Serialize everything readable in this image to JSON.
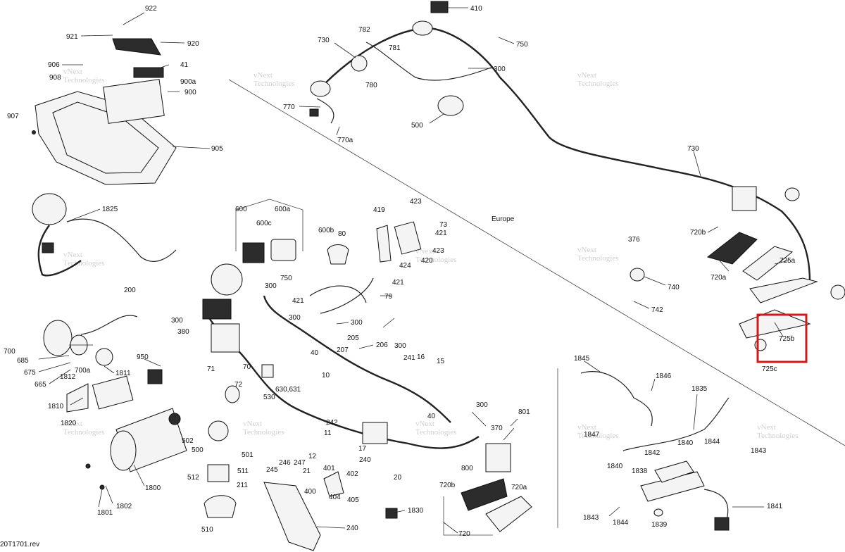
{
  "diagram": {
    "region_label": "Europe",
    "reference_code": "20T1701.rev",
    "watermark_lines": [
      "vNext",
      "Technologies"
    ],
    "highlight_color": "#d01919",
    "highlighted_callout": "725b"
  },
  "callouts": [
    {
      "id": "c922",
      "text": "922"
    },
    {
      "id": "c921",
      "text": "921"
    },
    {
      "id": "c920",
      "text": "920"
    },
    {
      "id": "c906",
      "text": "906"
    },
    {
      "id": "c908",
      "text": "908"
    },
    {
      "id": "c41",
      "text": "41"
    },
    {
      "id": "c900a",
      "text": "900a"
    },
    {
      "id": "c900",
      "text": "900"
    },
    {
      "id": "c907",
      "text": "907"
    },
    {
      "id": "c905",
      "text": "905"
    },
    {
      "id": "c1825",
      "text": "1825"
    },
    {
      "id": "c410",
      "text": "410"
    },
    {
      "id": "c782",
      "text": "782"
    },
    {
      "id": "c730t",
      "text": "730"
    },
    {
      "id": "c781",
      "text": "781"
    },
    {
      "id": "c750t",
      "text": "750"
    },
    {
      "id": "c300t",
      "text": "300"
    },
    {
      "id": "c780",
      "text": "780"
    },
    {
      "id": "c770",
      "text": "770"
    },
    {
      "id": "c770a",
      "text": "770a"
    },
    {
      "id": "c500t",
      "text": "500"
    },
    {
      "id": "c730r",
      "text": "730"
    },
    {
      "id": "c720b",
      "text": "720b"
    },
    {
      "id": "c376",
      "text": "376"
    },
    {
      "id": "c720a",
      "text": "720a"
    },
    {
      "id": "c725a",
      "text": "725a"
    },
    {
      "id": "c740",
      "text": "740"
    },
    {
      "id": "c742",
      "text": "742"
    },
    {
      "id": "c725b",
      "text": "725b"
    },
    {
      "id": "c725c",
      "text": "725c"
    },
    {
      "id": "c600",
      "text": "600"
    },
    {
      "id": "c600a",
      "text": "600a"
    },
    {
      "id": "c600c",
      "text": "600c"
    },
    {
      "id": "c600b",
      "text": "600b"
    },
    {
      "id": "c419",
      "text": "419"
    },
    {
      "id": "c423a",
      "text": "423"
    },
    {
      "id": "c73",
      "text": "73"
    },
    {
      "id": "c421a",
      "text": "421"
    },
    {
      "id": "c80",
      "text": "80"
    },
    {
      "id": "c423b",
      "text": "423"
    },
    {
      "id": "c420",
      "text": "420"
    },
    {
      "id": "c424",
      "text": "424"
    },
    {
      "id": "c421b",
      "text": "421"
    },
    {
      "id": "c750m",
      "text": "750"
    },
    {
      "id": "c300m1",
      "text": "300"
    },
    {
      "id": "c421c",
      "text": "421"
    },
    {
      "id": "c79",
      "text": "79"
    },
    {
      "id": "c300m2",
      "text": "300"
    },
    {
      "id": "c300m3",
      "text": "300"
    },
    {
      "id": "c200",
      "text": "200"
    },
    {
      "id": "c300m4",
      "text": "300"
    },
    {
      "id": "c380",
      "text": "380"
    },
    {
      "id": "c205",
      "text": "205"
    },
    {
      "id": "c206",
      "text": "206"
    },
    {
      "id": "c207",
      "text": "207"
    },
    {
      "id": "c40a",
      "text": "40"
    },
    {
      "id": "c300m5",
      "text": "300"
    },
    {
      "id": "c241",
      "text": "241"
    },
    {
      "id": "c16",
      "text": "16"
    },
    {
      "id": "c15",
      "text": "15"
    },
    {
      "id": "c700",
      "text": "700"
    },
    {
      "id": "c685",
      "text": "685"
    },
    {
      "id": "c675",
      "text": "675"
    },
    {
      "id": "c665",
      "text": "665"
    },
    {
      "id": "c700a",
      "text": "700a"
    },
    {
      "id": "c1812",
      "text": "1812"
    },
    {
      "id": "c1811",
      "text": "1811"
    },
    {
      "id": "c950",
      "text": "950"
    },
    {
      "id": "c71",
      "text": "71"
    },
    {
      "id": "c70",
      "text": "70"
    },
    {
      "id": "c72",
      "text": "72"
    },
    {
      "id": "c10",
      "text": "10"
    },
    {
      "id": "c630",
      "text": "630,631"
    },
    {
      "id": "c530",
      "text": "530"
    },
    {
      "id": "c1810",
      "text": "1810"
    },
    {
      "id": "c40b",
      "text": "40"
    },
    {
      "id": "c1820",
      "text": "1820"
    },
    {
      "id": "c300m6",
      "text": "300"
    },
    {
      "id": "c801",
      "text": "801"
    },
    {
      "id": "c370",
      "text": "370"
    },
    {
      "id": "c242",
      "text": "242"
    },
    {
      "id": "c502",
      "text": "502"
    },
    {
      "id": "c500m",
      "text": "500"
    },
    {
      "id": "c501",
      "text": "501"
    },
    {
      "id": "c11",
      "text": "11"
    },
    {
      "id": "c17",
      "text": "17"
    },
    {
      "id": "c12",
      "text": "12"
    },
    {
      "id": "c240a",
      "text": "240"
    },
    {
      "id": "c246",
      "text": "246"
    },
    {
      "id": "c247",
      "text": "247"
    },
    {
      "id": "c245",
      "text": "245"
    },
    {
      "id": "c21",
      "text": "21"
    },
    {
      "id": "c401",
      "text": "401"
    },
    {
      "id": "c402",
      "text": "402"
    },
    {
      "id": "c800",
      "text": "800"
    },
    {
      "id": "c512",
      "text": "512"
    },
    {
      "id": "c511",
      "text": "511"
    },
    {
      "id": "c211",
      "text": "211"
    },
    {
      "id": "c1800",
      "text": "1800"
    },
    {
      "id": "c20",
      "text": "20"
    },
    {
      "id": "c400",
      "text": "400"
    },
    {
      "id": "c404",
      "text": "404"
    },
    {
      "id": "c405",
      "text": "405"
    },
    {
      "id": "c720b2",
      "text": "720b"
    },
    {
      "id": "c720a2",
      "text": "720a"
    },
    {
      "id": "c1801",
      "text": "1801"
    },
    {
      "id": "c1802",
      "text": "1802"
    },
    {
      "id": "c510",
      "text": "510"
    },
    {
      "id": "c1830",
      "text": "1830"
    },
    {
      "id": "c240b",
      "text": "240"
    },
    {
      "id": "c720",
      "text": "720"
    },
    {
      "id": "c1845",
      "text": "1845"
    },
    {
      "id": "c1846",
      "text": "1846"
    },
    {
      "id": "c1835",
      "text": "1835"
    },
    {
      "id": "c1847",
      "text": "1847"
    },
    {
      "id": "c1840a",
      "text": "1840"
    },
    {
      "id": "c1844a",
      "text": "1844"
    },
    {
      "id": "c1843a",
      "text": "1843"
    },
    {
      "id": "c1842",
      "text": "1842"
    },
    {
      "id": "c1840b",
      "text": "1840"
    },
    {
      "id": "c1838",
      "text": "1838"
    },
    {
      "id": "c1841",
      "text": "1841"
    },
    {
      "id": "c1843b",
      "text": "1843"
    },
    {
      "id": "c1844b",
      "text": "1844"
    },
    {
      "id": "c1839",
      "text": "1839"
    }
  ]
}
